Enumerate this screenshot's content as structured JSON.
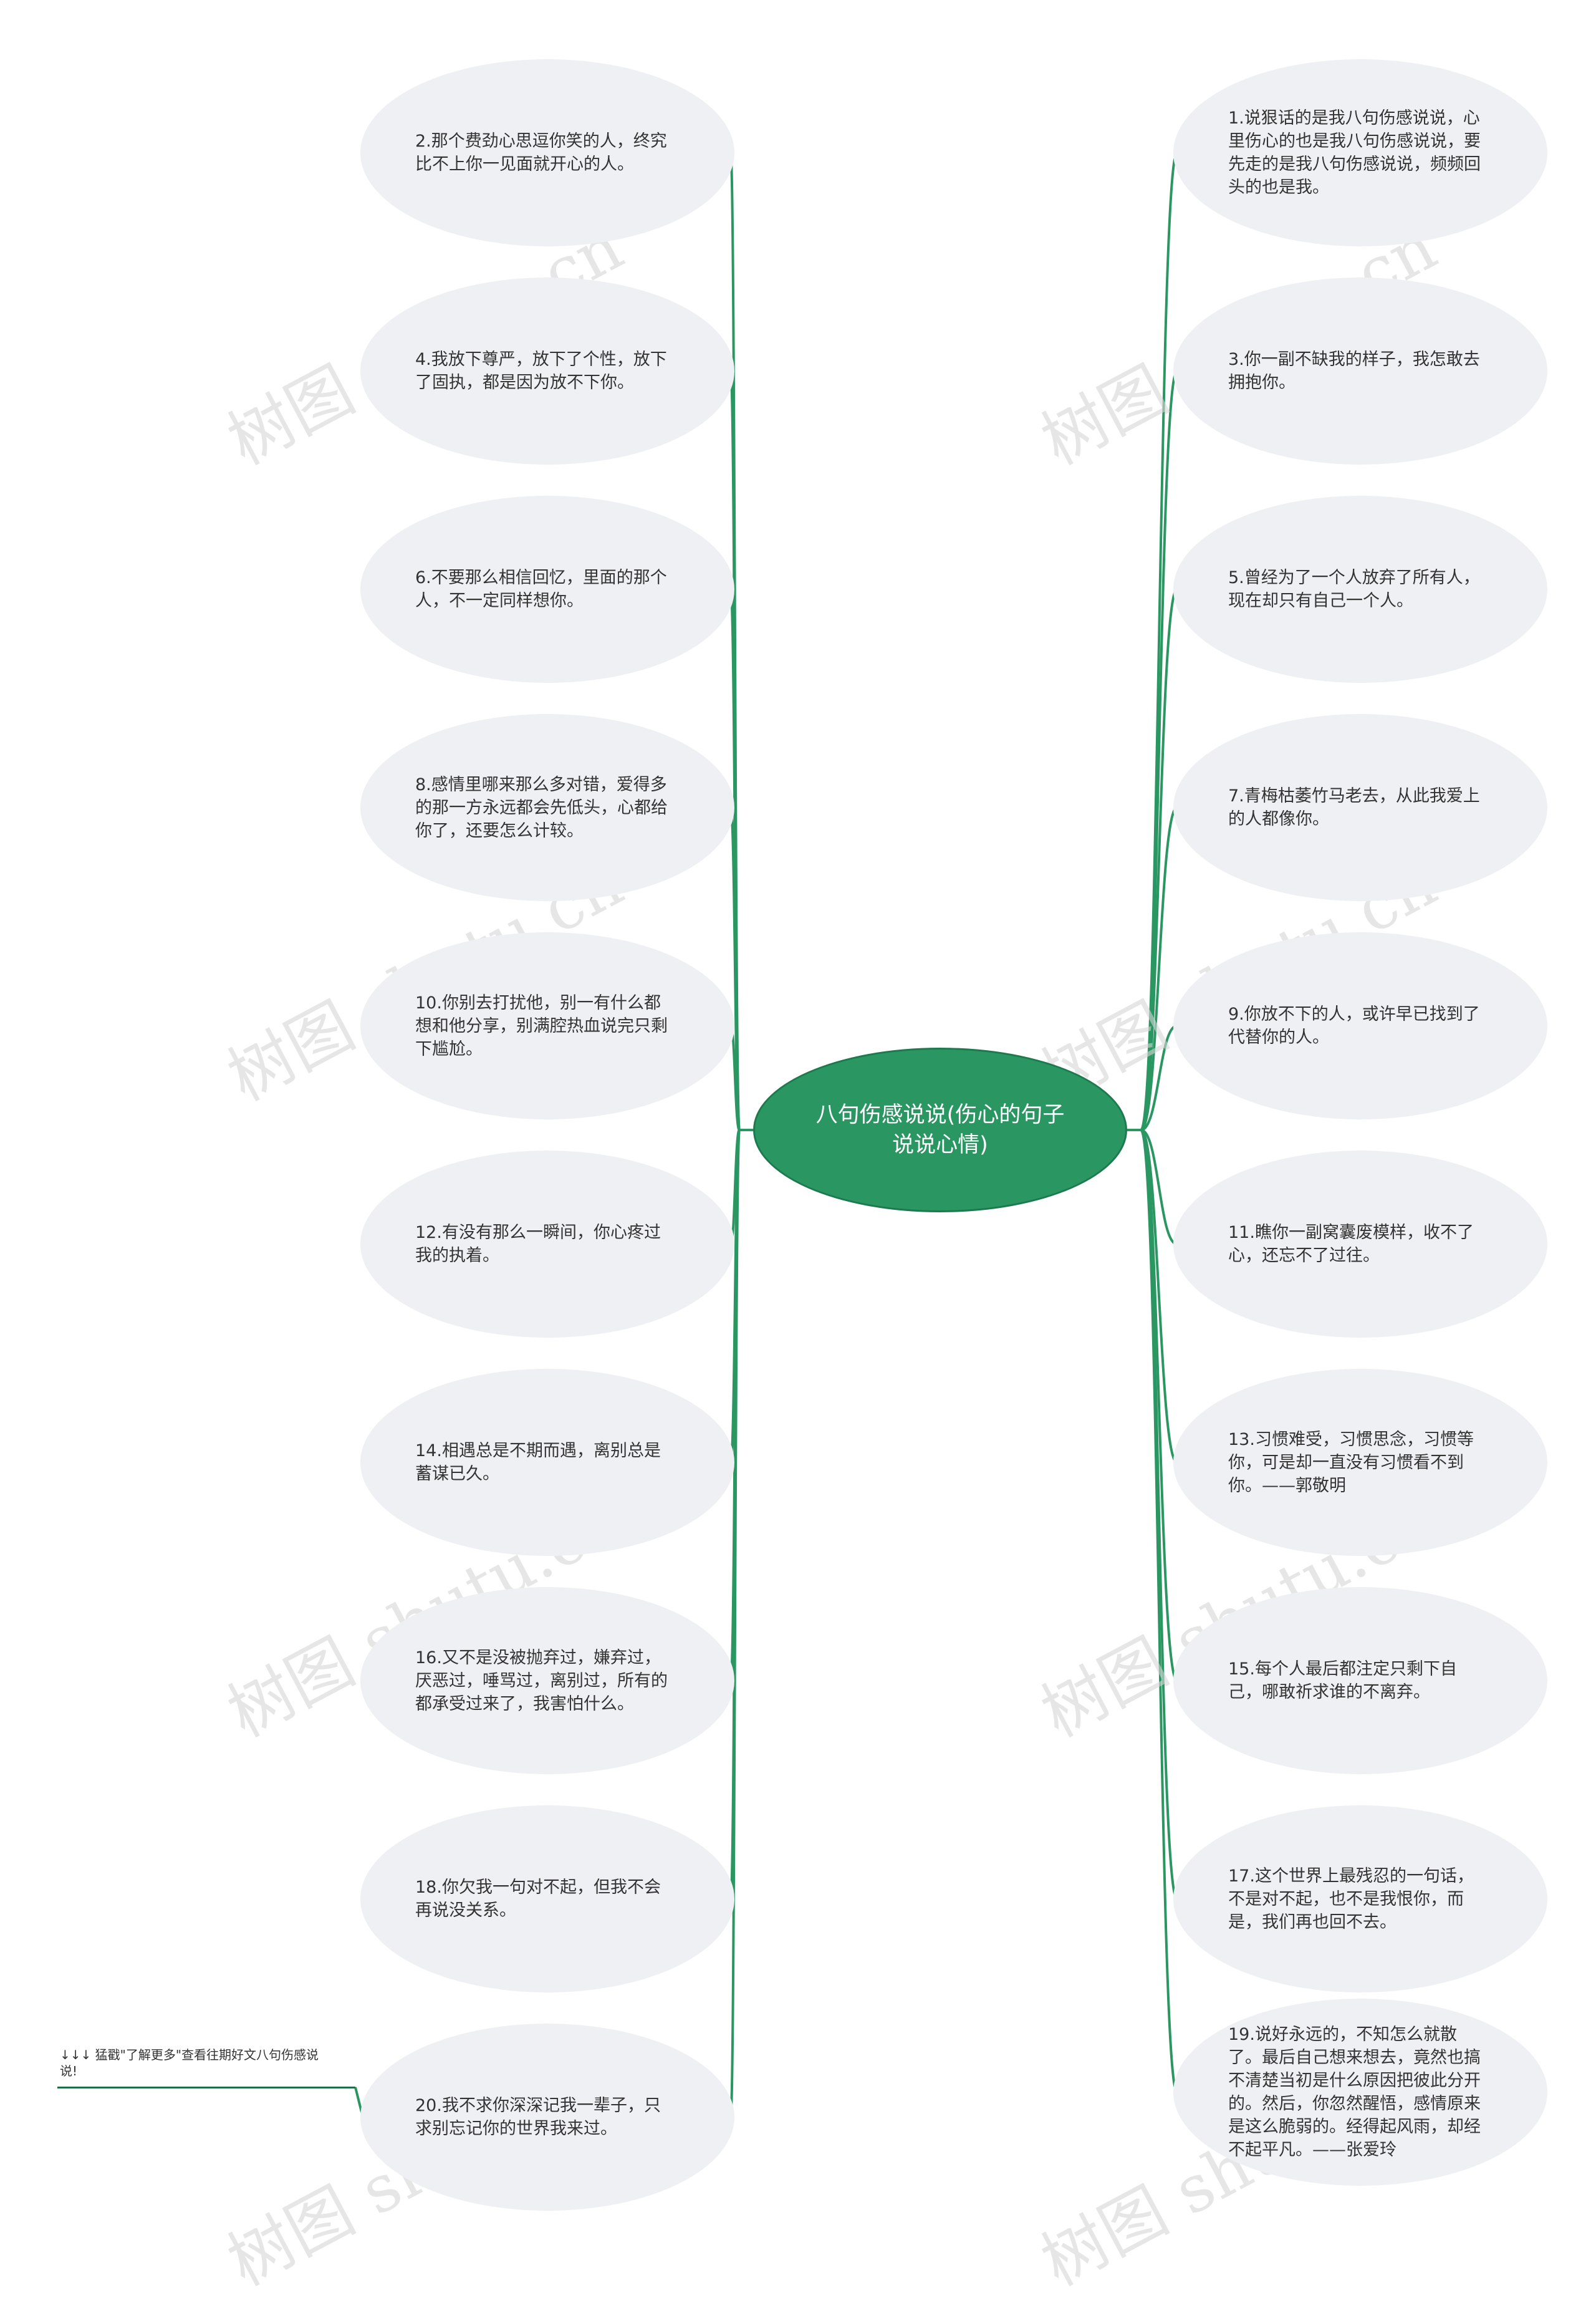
{
  "center": {
    "title": "八句伤感说说(伤心的句子说说心情)"
  },
  "left_nodes": [
    "2.那个费劲心思逗你笑的人，终究比不上你一见面就开心的人。",
    "4.我放下尊严，放下了个性，放下了固执，都是因为放不下你。",
    "6.不要那么相信回忆，里面的那个人，不一定同样想你。",
    "8.感情里哪来那么多对错，爱得多的那一方永远都会先低头，心都给你了，还要怎么计较。",
    "10.你别去打扰他，别一有什么都想和他分享，别满腔热血说完只剩下尴尬。",
    "12.有没有那么一瞬间，你心疼过我的执着。",
    "14.相遇总是不期而遇，离别总是蓄谋已久。",
    "16.又不是没被抛弃过，嫌弃过，厌恶过，唾骂过，离别过，所有的都承受过来了，我害怕什么。",
    "18.你欠我一句对不起，但我不会再说没关系。",
    "20.我不求你深深记我一辈子，只求别忘记你的世界我来过。"
  ],
  "right_nodes": [
    "1.说狠话的是我八句伤感说说，心里伤心的也是我八句伤感说说，要先走的是我八句伤感说说，频频回头的也是我。",
    "3.你一副不缺我的样子，我怎敢去拥抱你。",
    "5.曾经为了一个人放弃了所有人，现在却只有自己一个人。",
    "7.青梅枯萎竹马老去，从此我爱上的人都像你。",
    "9.你放不下的人，或许早已找到了代替你的人。",
    "11.瞧你一副窝囊废模样，收不了心，还忘不了过往。",
    "13.习惯难受，习惯思念，习惯等你，可是却一直没有习惯看不到你。——郭敬明",
    "15.每个人最后都注定只剩下自己，哪敢祈求谁的不离弃。",
    "17.这个世界上最残忍的一句话，不是对不起，也不是我恨你，而是，我们再也回不去。",
    "19.说好永远的，不知怎么就散了。最后自己想来想去，竟然也搞不清楚当初是什么原因把彼此分开的。然后，你忽然醒悟，感情原来是这么脆弱的。经得起风雨，却经不起平凡。——张爱玲"
  ],
  "footnote": "↓↓↓ 猛戳\"了解更多\"查看往期好文八句伤感说说!",
  "watermark": "树图 shutu.cn",
  "colors": {
    "line": "#2a9662",
    "center_fill": "#2a9662",
    "node_fill": "#eef0f3",
    "text": "#333333"
  }
}
